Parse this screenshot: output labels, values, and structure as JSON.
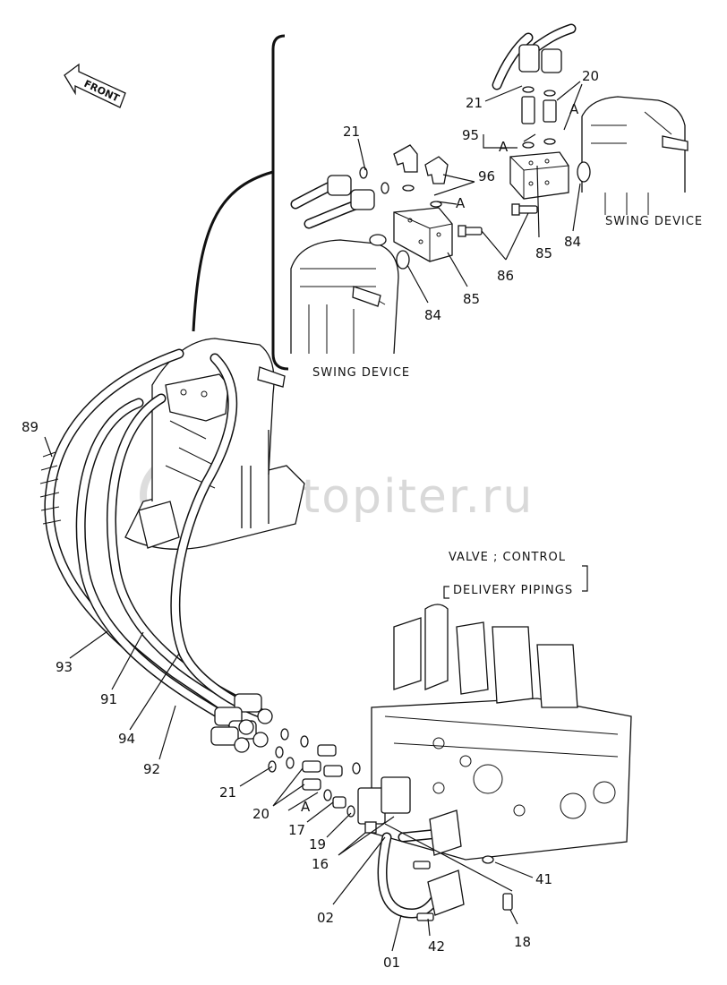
{
  "watermark": "autopiter.ru",
  "front_label": "FRONT",
  "captions": {
    "swing_device_left": "SWING DEVICE",
    "swing_device_right": "SWING DEVICE",
    "valve_line1": "VALVE ; CONTROL",
    "valve_line2": "DELIVERY PIPINGS"
  },
  "callouts": {
    "c21_top": "21",
    "c20_top": "20",
    "c21_right": "21",
    "c95": "95",
    "c96": "96",
    "cA_1": "A",
    "cA_2": "A",
    "cA_3": "A",
    "c86": "86",
    "c85_left": "85",
    "c85_right": "85",
    "c84_left": "84",
    "c84_right": "84",
    "c89": "89",
    "c93": "93",
    "c91": "91",
    "c94": "94",
    "c92": "92",
    "c21_bottom": "21",
    "c20_bottom": "20",
    "cA_bottom": "A",
    "c17": "17",
    "c19": "19",
    "c16": "16",
    "c02": "02",
    "c01": "01",
    "c42": "42",
    "c18": "18",
    "c41": "41"
  }
}
